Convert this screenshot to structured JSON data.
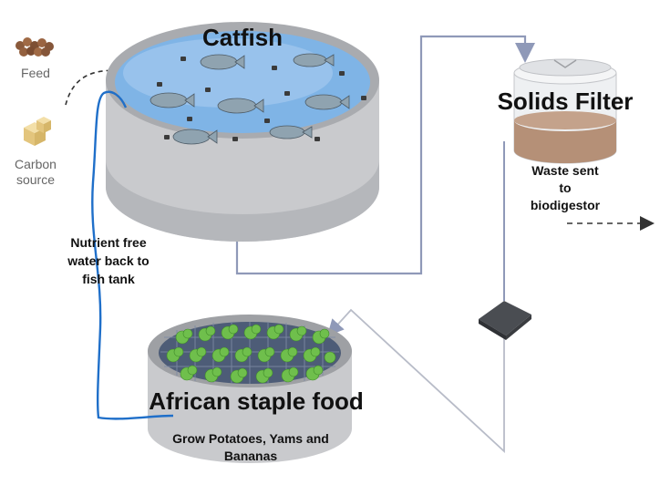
{
  "labels": {
    "feed": "Feed",
    "carbon_source": "Carbon\nsource",
    "catfish": "Catfish",
    "solids_filter": "Solids Filter",
    "waste_sent": "Waste sent\nto\nbiodigestor",
    "nutrient_free": "Nutrient free\nwater back to\nfish tank",
    "african_staple": "African staple food",
    "grow_crops": "Grow Potatoes, Yams and\nBananas"
  },
  "colors": {
    "water": "#7fb4e6",
    "water_light": "#b9d6f2",
    "tank_grey": "#c9cacd",
    "tank_dark": "#9ea0a4",
    "pipe": "#8f99b8",
    "return_line": "#1f6fc9",
    "sludge": "#b59077",
    "plant_green": "#6fbf4c"
  },
  "icons": [
    "feed-pellets-icon",
    "carbon-block-icon",
    "fish-icon",
    "filter-cylinder-icon",
    "mesh-filter-icon",
    "plant-icon"
  ]
}
